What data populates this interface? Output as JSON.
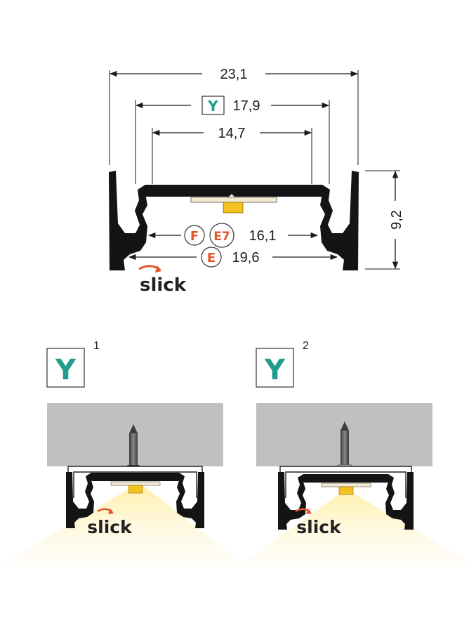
{
  "top_profile": {
    "dims": {
      "total_width": "23,1",
      "y_width": "17,9",
      "inner_width": "14,7",
      "f_e7_width": "16,1",
      "e_width": "19,6",
      "height": "9,2"
    },
    "y_badge": "Y",
    "f_badge": "F",
    "e7_badge": "E7",
    "e_badge": "E",
    "brand": "slick"
  },
  "variants": [
    {
      "badge": "Y",
      "number": "1",
      "brand": "slick"
    },
    {
      "badge": "Y",
      "number": "2",
      "brand": "slick"
    }
  ],
  "colors": {
    "profile": "#141414",
    "accent_y": "#1f9c8a",
    "accent_tag": "#e2562b",
    "ceiling": "#c0c0c0",
    "led": "#f2c21f",
    "light": "#fff2b8"
  }
}
